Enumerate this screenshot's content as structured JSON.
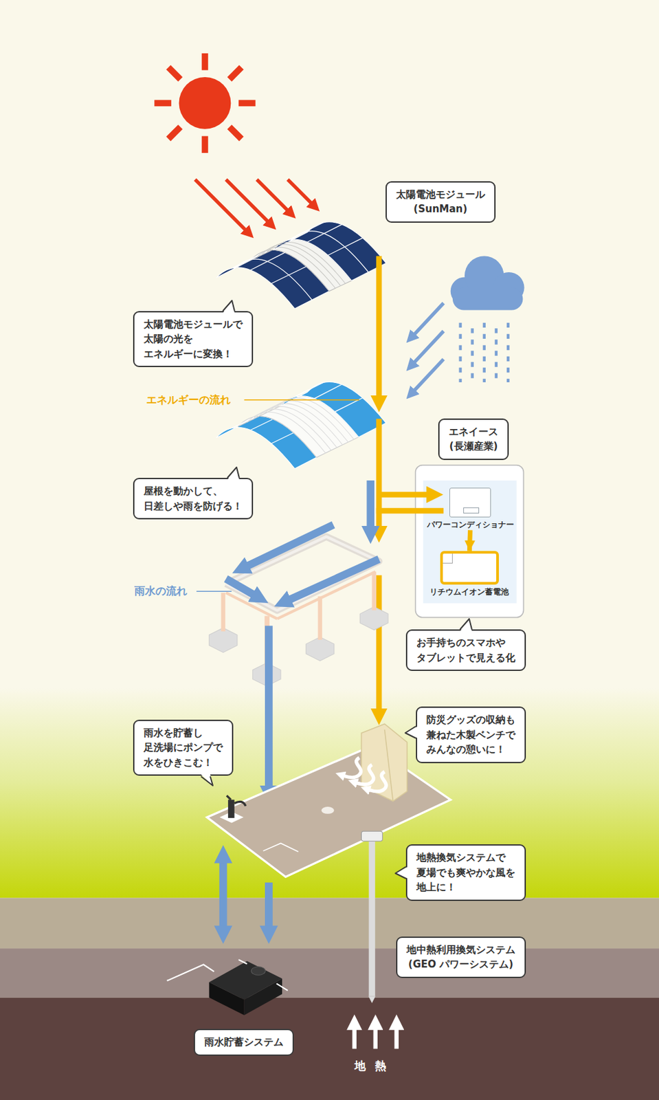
{
  "diagram": {
    "nodes": [
      {
        "text": [
          "太陽電池モジュール",
          "(SunMan)"
        ]
      },
      {
        "text": [
          "太陽電池モジュールで 太陽の光を エネルギーに変換！"
        ]
      },
      {
        "text": [
          "エネイース",
          "(長瀬産業)"
        ]
      },
      {
        "text": [
          "パワーコンディショナー"
        ]
      },
      {
        "text": [
          "リチウムイオン蓄電池"
        ]
      },
      {
        "text": [
          "屋根を動かして、 日差しや雨を防げる！"
        ]
      },
      {
        "text": [
          "お手持ちのスマホや タブレットで見える化"
        ]
      },
      {
        "text": [
          "防災グッズの収納も 兼ねた木製ベンチで みんなの憩いに！"
        ]
      },
      {
        "text": [
          "雨水を貯蓄し 足洗場にポンプで 水をひきこむ！"
        ]
      },
      {
        "text": [
          "地熱換気システムで 夏場でも爽やかな風を 地上に！"
        ]
      },
      {
        "text": [
          "地中熱利用換気システム",
          "(GEO パワーシステム)"
        ]
      },
      {
        "text": [
          "雨水貯蓄システム"
        ]
      }
    ],
    "edges": [
      {
        "from": 3,
        "to": 4,
        "arrow": "to"
      }
    ],
    "labels": [
      "エネルギーの流れ",
      "雨水の流れ",
      "地熱"
    ]
  }
}
